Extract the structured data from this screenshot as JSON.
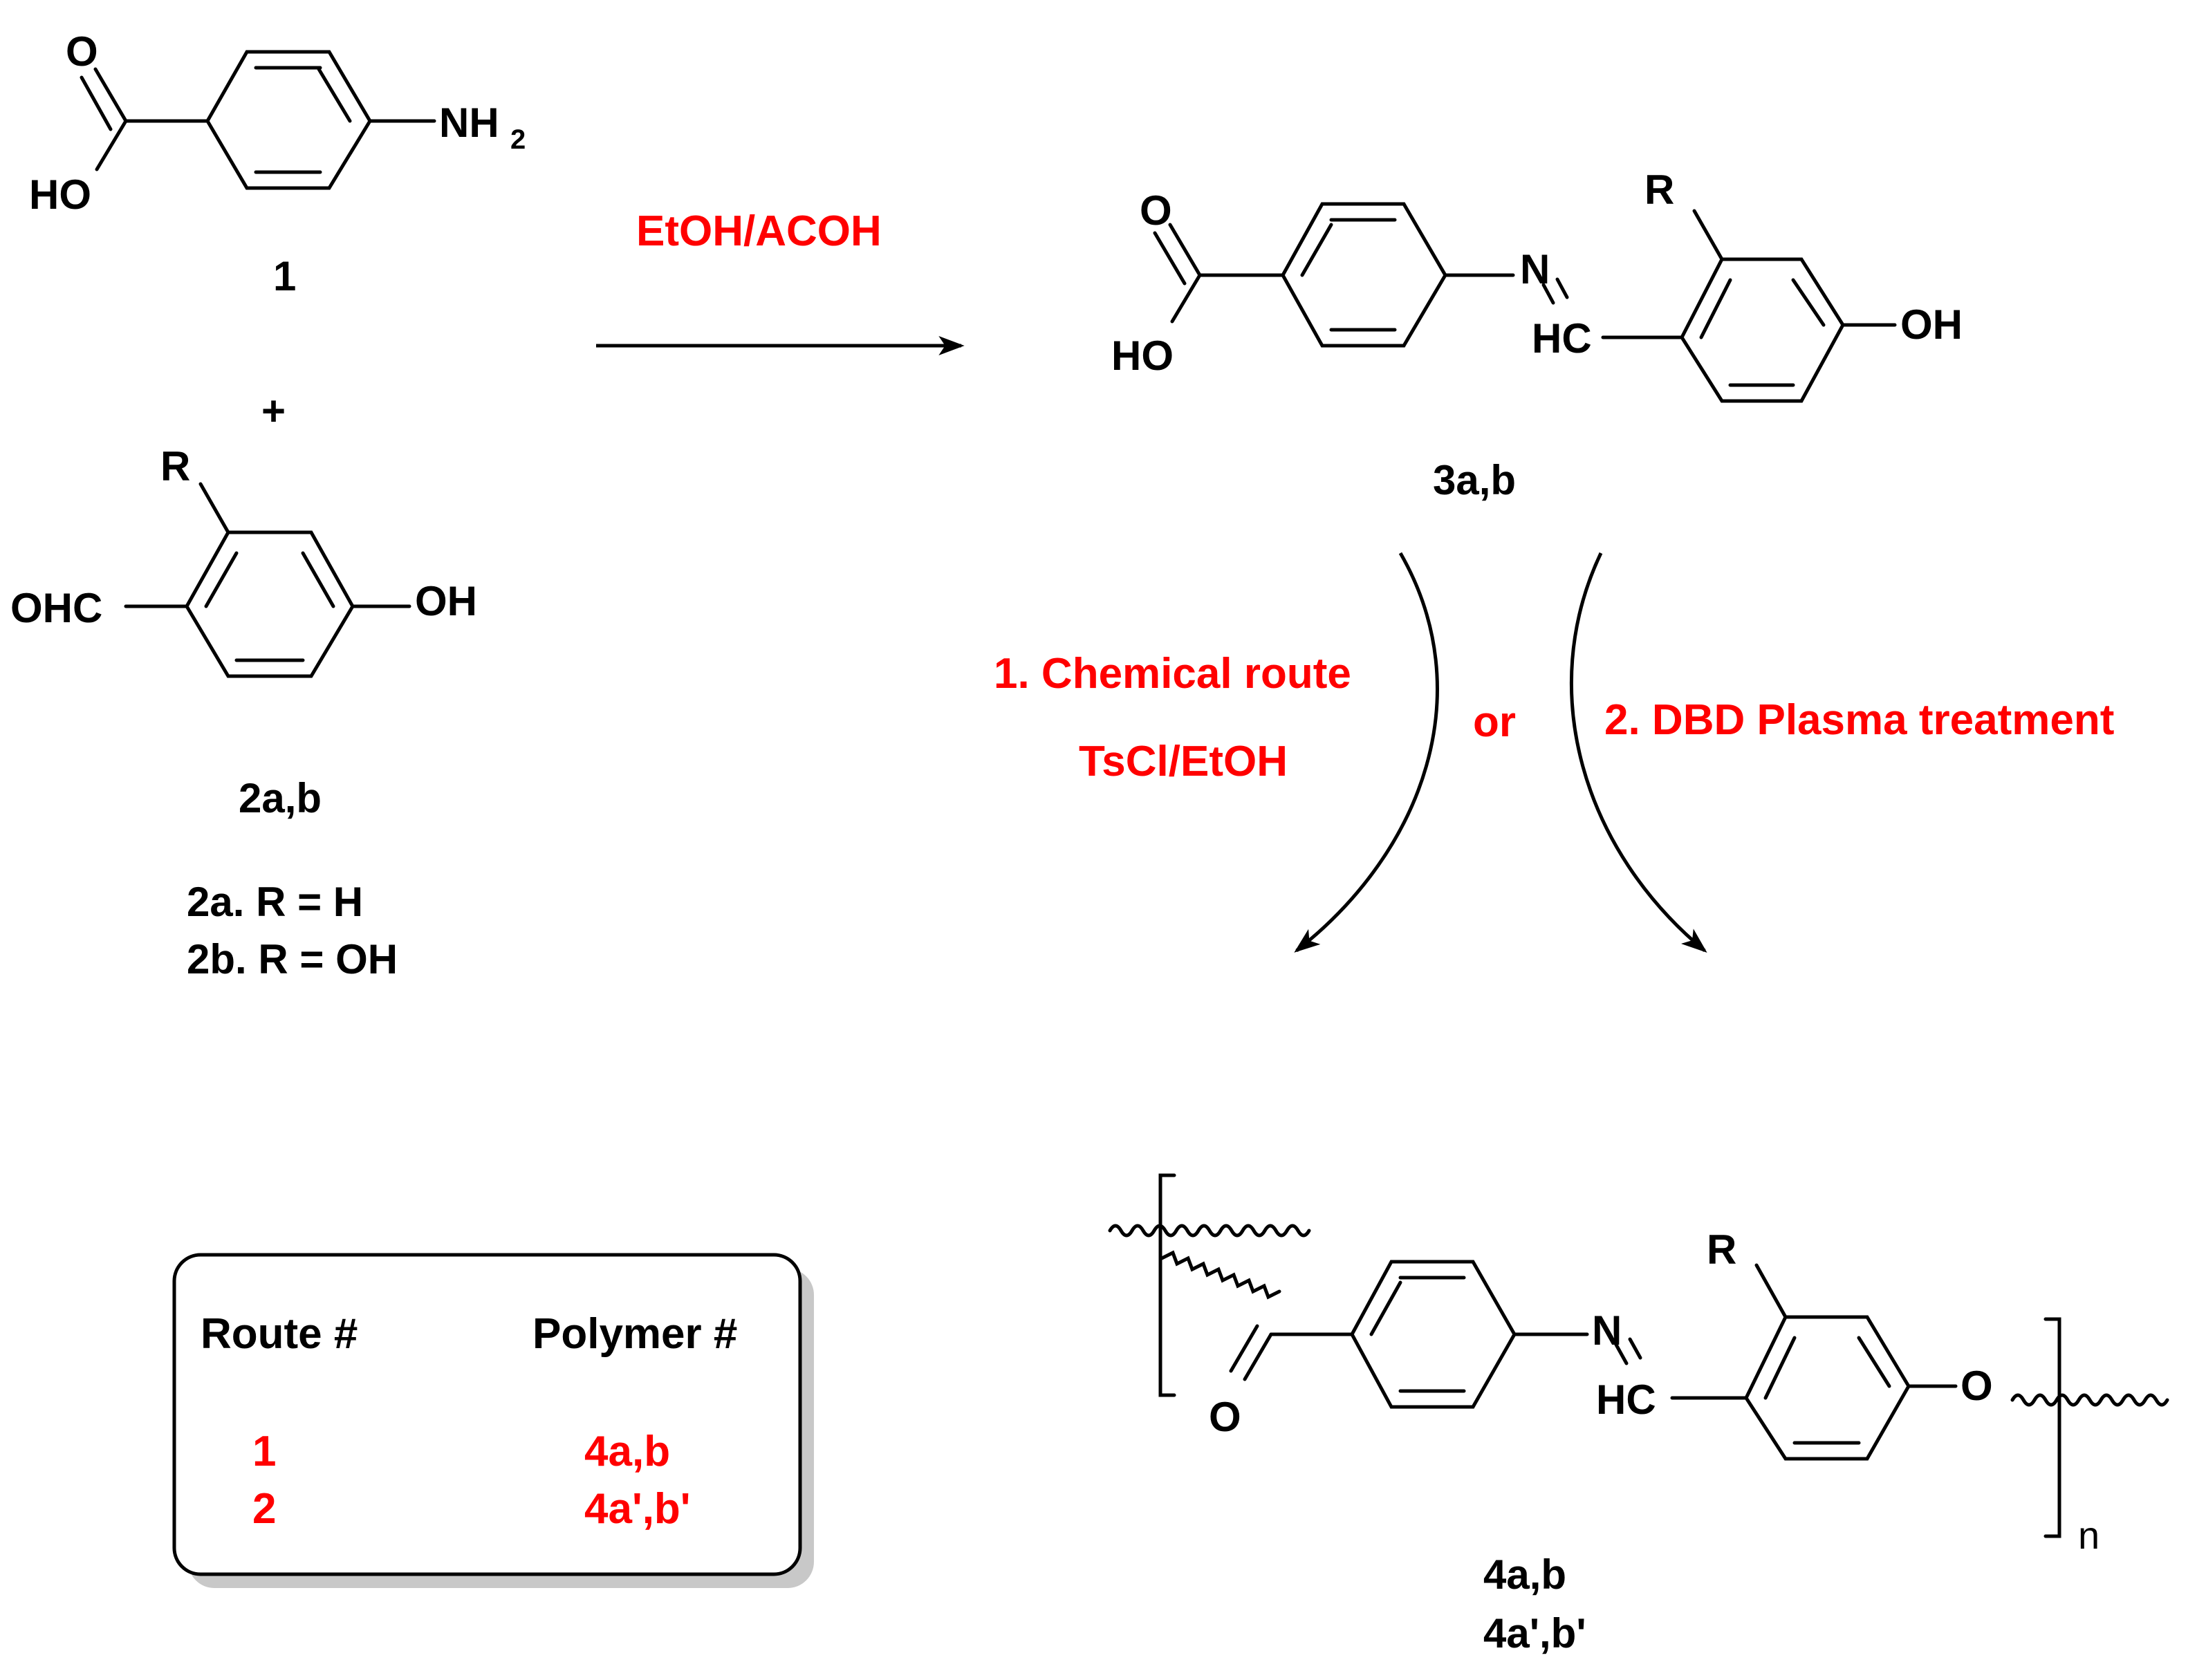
{
  "compound_1": {
    "label": "1",
    "acid_O": "O",
    "acid_HO": "HO",
    "amine": "NH",
    "amine_sub": "2"
  },
  "plus": "+",
  "compound_2": {
    "label": "2a,b",
    "R": "R",
    "aldehyde": "OHC",
    "hydroxyl": "OH",
    "def_a": "2a. R = H",
    "def_b": "2b. R = OH"
  },
  "step1": {
    "reagent": "EtOH/ACOH"
  },
  "compound_3": {
    "label": "3a,b",
    "acid_O": "O",
    "acid_HO": "HO",
    "N": "N",
    "HC": "HC",
    "R": "R",
    "hydroxyl": "OH"
  },
  "routes": {
    "chemical_line1": "1. Chemical route",
    "chemical_line2": "TsCl/EtOH",
    "or": "or",
    "plasma": "2. DBD Plasma treatment"
  },
  "polymer": {
    "O_carbonyl": "O",
    "N": "N",
    "HC": "HC",
    "R": "R",
    "O_ether": "O",
    "repeat": "n",
    "label_1": "4a,b",
    "label_2": "4a',b'"
  },
  "table": {
    "headers": [
      "Route #",
      "Polymer #"
    ],
    "rows": [
      {
        "route": "1",
        "polymer": "4a,b"
      },
      {
        "route": "2",
        "polymer": "4a',b'"
      }
    ]
  },
  "colors": {
    "condition": "#ff0000",
    "structure": "#000000"
  }
}
